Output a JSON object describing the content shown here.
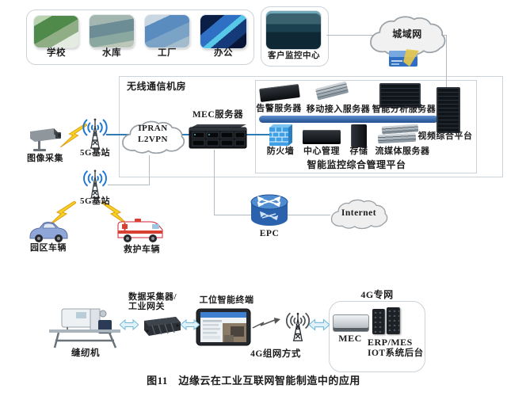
{
  "top": {
    "sites": [
      {
        "label": "学校"
      },
      {
        "label": "水库"
      },
      {
        "label": "工厂"
      },
      {
        "label": "办公"
      }
    ],
    "monitor_label": "客户监控中心",
    "metro_cloud": "城域网"
  },
  "wireless_room": {
    "title": "无线通信机房",
    "ipran_line1": "IPRAN",
    "ipran_line2": "L2VPN",
    "mec_server": "MEC服务器",
    "platform": {
      "alarm_server": "告警服务器",
      "mobile_access_server": "移动接入服务器",
      "analysis_server": "智能分析服务器",
      "firewall": "防火墙",
      "central_mgmt": "中心管理",
      "storage": "存储",
      "streaming_server": "流媒体服务器",
      "video_platform": "视频综合平台",
      "caption": "智能监控综合管理平台"
    }
  },
  "left": {
    "camera": "图像采集",
    "bts1": "5G基站",
    "bts2": "5G基站",
    "car": "园区车辆",
    "ambulance": "救护车辆"
  },
  "core": {
    "epc": "EPC",
    "internet": "Internet"
  },
  "factory": {
    "sewing_machine": "缝纫机",
    "gateway_line1": "数据采集器/",
    "gateway_line2": "工业网关",
    "terminal": "工位智能终端",
    "network_mode": "4G组网方式",
    "private_network": "4G专网",
    "mec": "MEC",
    "backend_line1": "ERP/MES",
    "backend_line2": "IOT系统后台"
  },
  "caption": "图11　边缘云在工业互联网智能制造中的应用",
  "colors": {
    "accent_blue_line": "#2f7cb5",
    "bus_bar_blue": "#3a6cae",
    "firewall_blue": "#3fa0e6",
    "lightning_yellow": "#f6d321",
    "wave_blue": "#1b76d2"
  }
}
